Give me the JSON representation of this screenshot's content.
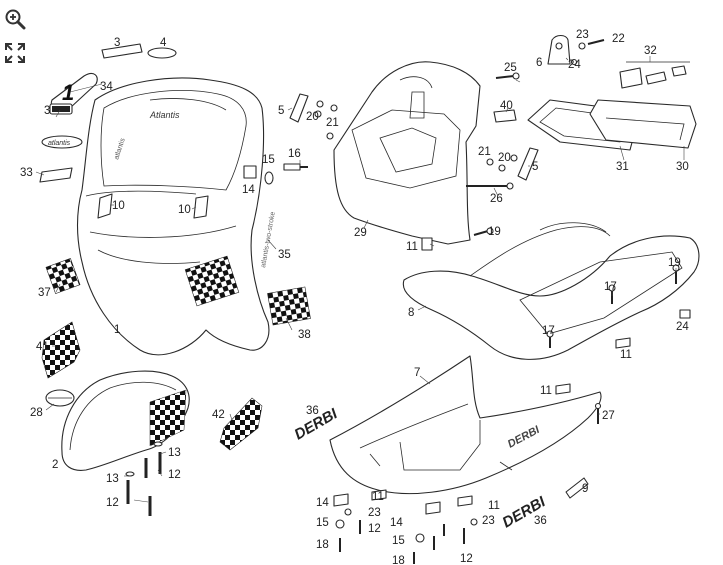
{
  "toolbar": {
    "zoom_icon": "zoom-in-icon",
    "fullscreen_icon": "expand-icon"
  },
  "callouts": [
    {
      "id": "c3a",
      "text": "3"
    },
    {
      "id": "c4",
      "text": "4"
    },
    {
      "id": "c34",
      "text": "34"
    },
    {
      "id": "c3b",
      "text": "3"
    },
    {
      "id": "c33",
      "text": "33"
    },
    {
      "id": "c10a",
      "text": "10"
    },
    {
      "id": "c10b",
      "text": "10"
    },
    {
      "id": "c37",
      "text": "37"
    },
    {
      "id": "c1",
      "text": "1"
    },
    {
      "id": "c41",
      "text": "41"
    },
    {
      "id": "c28",
      "text": "28"
    },
    {
      "id": "c2",
      "text": "2"
    },
    {
      "id": "c42",
      "text": "42"
    },
    {
      "id": "c13a",
      "text": "13"
    },
    {
      "id": "c12a",
      "text": "12"
    },
    {
      "id": "c13b",
      "text": "13"
    },
    {
      "id": "c12b",
      "text": "12"
    },
    {
      "id": "c5a",
      "text": "5"
    },
    {
      "id": "c20a",
      "text": "20"
    },
    {
      "id": "c21a",
      "text": "21"
    },
    {
      "id": "c15a",
      "text": "15"
    },
    {
      "id": "c16",
      "text": "16"
    },
    {
      "id": "c14a",
      "text": "14"
    },
    {
      "id": "c35",
      "text": "35"
    },
    {
      "id": "c38",
      "text": "38"
    },
    {
      "id": "c29",
      "text": "29"
    },
    {
      "id": "c11a",
      "text": "11"
    },
    {
      "id": "c19a",
      "text": "19"
    },
    {
      "id": "c25",
      "text": "25"
    },
    {
      "id": "c40",
      "text": "40"
    },
    {
      "id": "c21b",
      "text": "21"
    },
    {
      "id": "c20b",
      "text": "20"
    },
    {
      "id": "c5b",
      "text": "5"
    },
    {
      "id": "c26",
      "text": "26"
    },
    {
      "id": "c6",
      "text": "6"
    },
    {
      "id": "c23a",
      "text": "23"
    },
    {
      "id": "c22",
      "text": "22"
    },
    {
      "id": "c24a",
      "text": "24"
    },
    {
      "id": "c32",
      "text": "32"
    },
    {
      "id": "c31",
      "text": "31"
    },
    {
      "id": "c30",
      "text": "30"
    },
    {
      "id": "c8",
      "text": "8"
    },
    {
      "id": "c17a",
      "text": "17"
    },
    {
      "id": "c19b",
      "text": "19"
    },
    {
      "id": "c17b",
      "text": "17"
    },
    {
      "id": "c24b",
      "text": "24"
    },
    {
      "id": "c11b",
      "text": "11"
    },
    {
      "id": "c7",
      "text": "7"
    },
    {
      "id": "c11c",
      "text": "11"
    },
    {
      "id": "c27",
      "text": "27"
    },
    {
      "id": "c36a",
      "text": "36"
    },
    {
      "id": "c9",
      "text": "9"
    },
    {
      "id": "c14b",
      "text": "14"
    },
    {
      "id": "c11d",
      "text": "11"
    },
    {
      "id": "c11e",
      "text": "11"
    },
    {
      "id": "c15b",
      "text": "15"
    },
    {
      "id": "c23b",
      "text": "23"
    },
    {
      "id": "c12c",
      "text": "12"
    },
    {
      "id": "c14c",
      "text": "14"
    },
    {
      "id": "c23c",
      "text": "23"
    },
    {
      "id": "c18a",
      "text": "18"
    },
    {
      "id": "c15c",
      "text": "15"
    },
    {
      "id": "c36b",
      "text": "36"
    },
    {
      "id": "c18b",
      "text": "18"
    },
    {
      "id": "c12d",
      "text": "12"
    }
  ],
  "decals": {
    "atlantis": "Atlantis",
    "derbi": "DERBI",
    "big_one": "1"
  }
}
